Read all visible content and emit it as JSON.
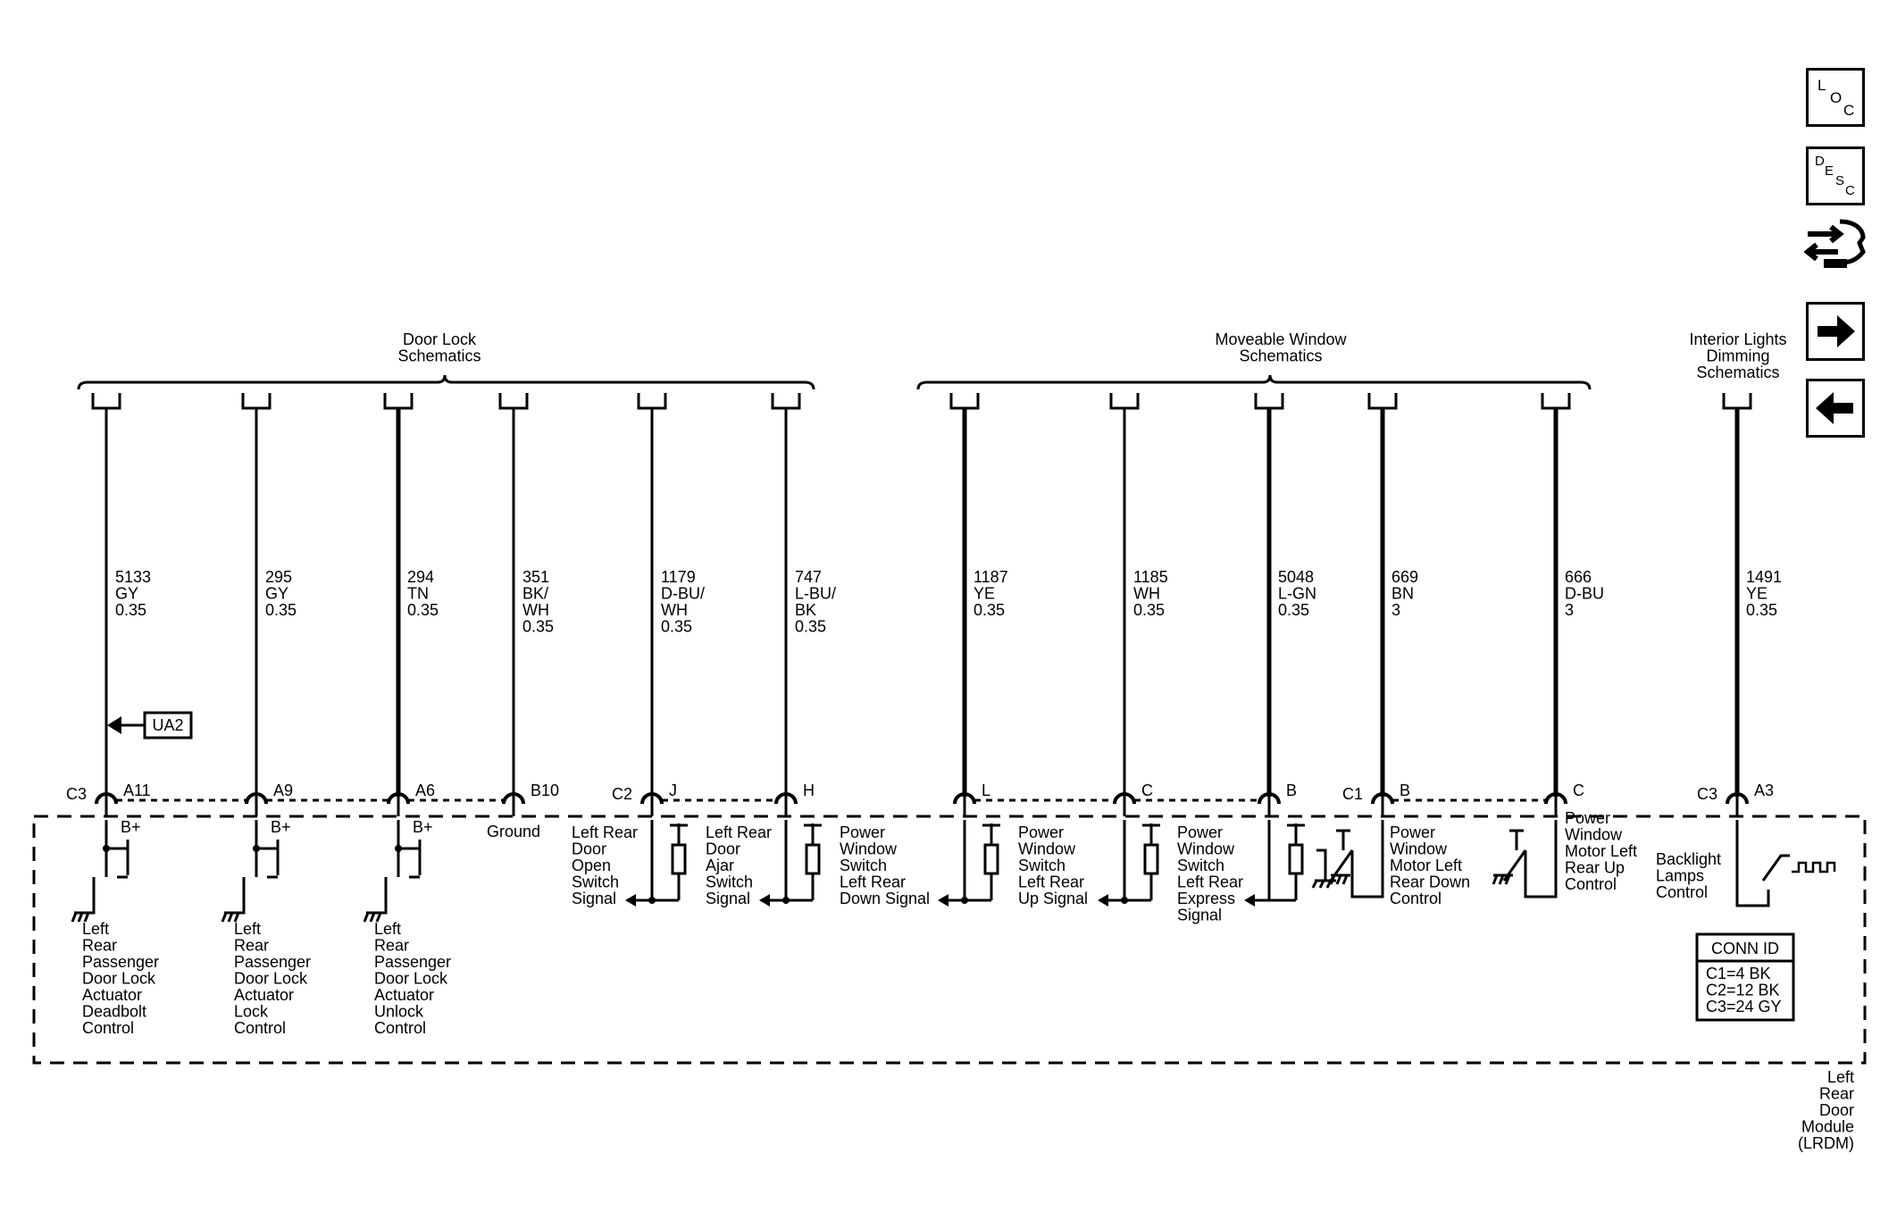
{
  "groups": {
    "door_lock": [
      "Door Lock",
      "Schematics"
    ],
    "window": [
      "Moveable Window",
      "Schematics"
    ],
    "lights": [
      "Interior Lights",
      "Dimming",
      "Schematics"
    ]
  },
  "wires": [
    {
      "circuit": [
        "5133",
        "GY",
        "0.35"
      ],
      "conn": "C3",
      "pin": "A11"
    },
    {
      "circuit": [
        "295",
        "GY",
        "0.35"
      ],
      "pin": "A9"
    },
    {
      "circuit": [
        "294",
        "TN",
        "0.35"
      ],
      "pin": "A6"
    },
    {
      "circuit": [
        "351",
        "BK/",
        "WH",
        "0.35"
      ],
      "pin": "B10"
    },
    {
      "circuit": [
        "1179",
        "D-BU/",
        "WH",
        "0.35"
      ],
      "conn": "C2",
      "pin": "J"
    },
    {
      "circuit": [
        "747",
        "L-BU/",
        "BK",
        "0.35"
      ],
      "pin": "H"
    },
    {
      "circuit": [
        "1187",
        "YE",
        "0.35"
      ],
      "pin": "L"
    },
    {
      "circuit": [
        "1185",
        "WH",
        "0.35"
      ],
      "pin": "C"
    },
    {
      "circuit": [
        "5048",
        "L-GN",
        "0.35"
      ],
      "pin": "B"
    },
    {
      "circuit": [
        "669",
        "BN",
        "3"
      ],
      "conn": "C1",
      "pin": "B"
    },
    {
      "circuit": [
        "666",
        "D-BU",
        "3"
      ],
      "pin": "C"
    },
    {
      "circuit": [
        "1491",
        "YE",
        "0.35"
      ],
      "conn": "C3",
      "pin": "A3"
    }
  ],
  "ua2": "UA2",
  "bplus": "B+",
  "ground_label": "Ground",
  "functions": [
    [
      "Left",
      "Rear",
      "Passenger",
      "Door Lock",
      "Actuator",
      "Deadbolt",
      "Control"
    ],
    [
      "Left",
      "Rear",
      "Passenger",
      "Door Lock",
      "Actuator",
      "Lock",
      "Control"
    ],
    [
      "Left",
      "Rear",
      "Passenger",
      "Door Lock",
      "Actuator",
      "Unlock",
      "Control"
    ],
    [
      "Left Rear",
      "Door",
      "Open",
      "Switch",
      "Signal"
    ],
    [
      "Left Rear",
      "Door",
      "Ajar",
      "Switch",
      "Signal"
    ],
    [
      "Power",
      "Window",
      "Switch",
      "Left Rear",
      "Down Signal"
    ],
    [
      "Power",
      "Window",
      "Switch",
      "Left Rear",
      "Up Signal"
    ],
    [
      "Power",
      "Window",
      "Switch",
      "Left Rear",
      "Express",
      "Signal"
    ],
    [
      "Power",
      "Window",
      "Motor Left",
      "Rear Down",
      "Control"
    ],
    [
      "Power",
      "Window",
      "Motor Left",
      "Rear Up",
      "Control"
    ],
    [
      "Backlight",
      "Lamps",
      "Control"
    ]
  ],
  "conn_id": {
    "title": "CONN ID",
    "lines": [
      "C1=4 BK",
      "C2=12 BK",
      "C3=24 GY"
    ]
  },
  "module": [
    "Left",
    "Rear",
    "Door",
    "Module",
    "(LRDM)"
  ],
  "nav": {
    "loc": [
      "L",
      "O",
      "C"
    ],
    "desc": [
      "D",
      "E",
      "S",
      "C"
    ],
    "icons": [
      "harness-icon",
      "arrow-right-icon",
      "arrow-left-icon"
    ]
  }
}
